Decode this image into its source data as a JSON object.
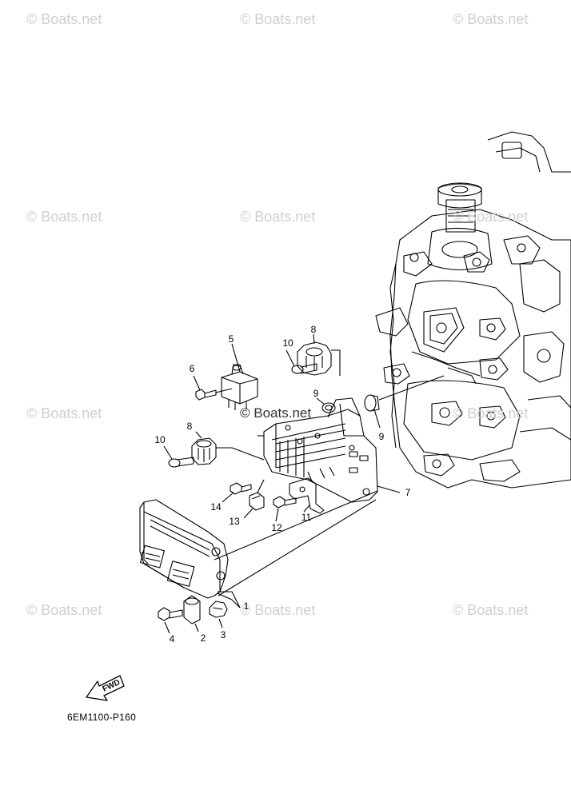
{
  "watermark_text": "© Boats.net",
  "drawing_code": "6EM1100-P160",
  "fwd_label": "FWD",
  "callouts": [
    "1",
    "2",
    "3",
    "4",
    "5",
    "6",
    "7",
    "8",
    "8",
    "9",
    "9",
    "10",
    "10",
    "11",
    "12",
    "13",
    "14"
  ],
  "parts": {
    "p1": "1",
    "p2": "2",
    "p3": "3",
    "p4": "4",
    "p5": "5",
    "p6": "6",
    "p7": "7",
    "p8a": "8",
    "p8b": "8",
    "p9a": "9",
    "p9b": "9",
    "p10a": "10",
    "p10b": "10",
    "p11": "11",
    "p12": "12",
    "p13": "13",
    "p14": "14"
  }
}
